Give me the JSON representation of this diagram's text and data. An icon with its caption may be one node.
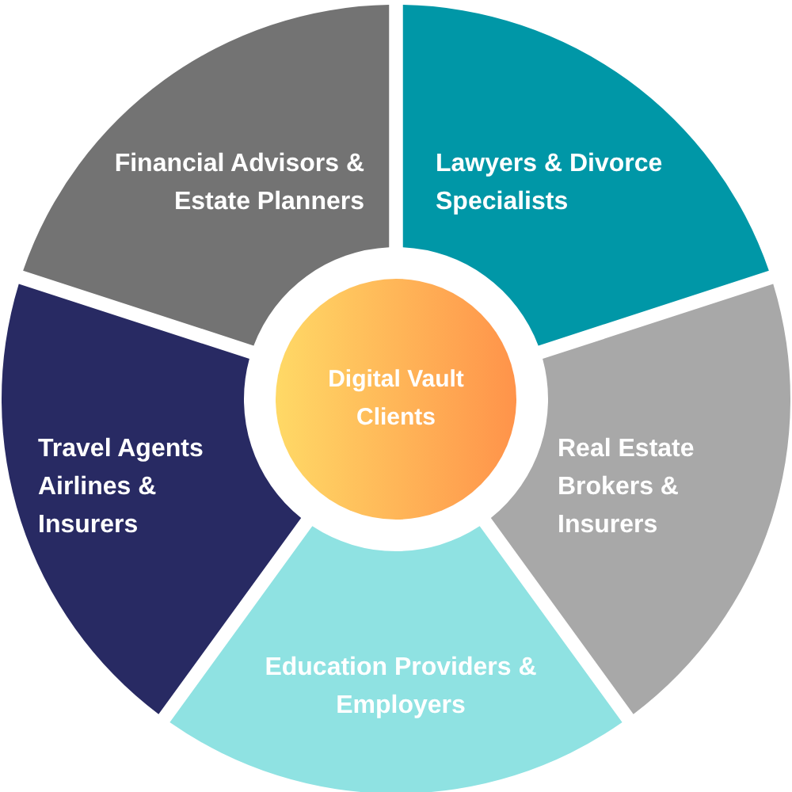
{
  "diagram": {
    "nodes": [
      {
        "text": [
          "Financial Advisors & Estate Planners"
        ]
      },
      {
        "text": [
          "Lawyers & Divorce Specialists"
        ]
      },
      {
        "text": [
          "Digital Vault Clients"
        ]
      },
      {
        "text": [
          "Travel Agents Airlines & Insurers"
        ]
      },
      {
        "text": [
          "Real Estate Brokers & Insurers"
        ]
      },
      {
        "text": [
          "Education Providers & Employers"
        ]
      }
    ]
  }
}
